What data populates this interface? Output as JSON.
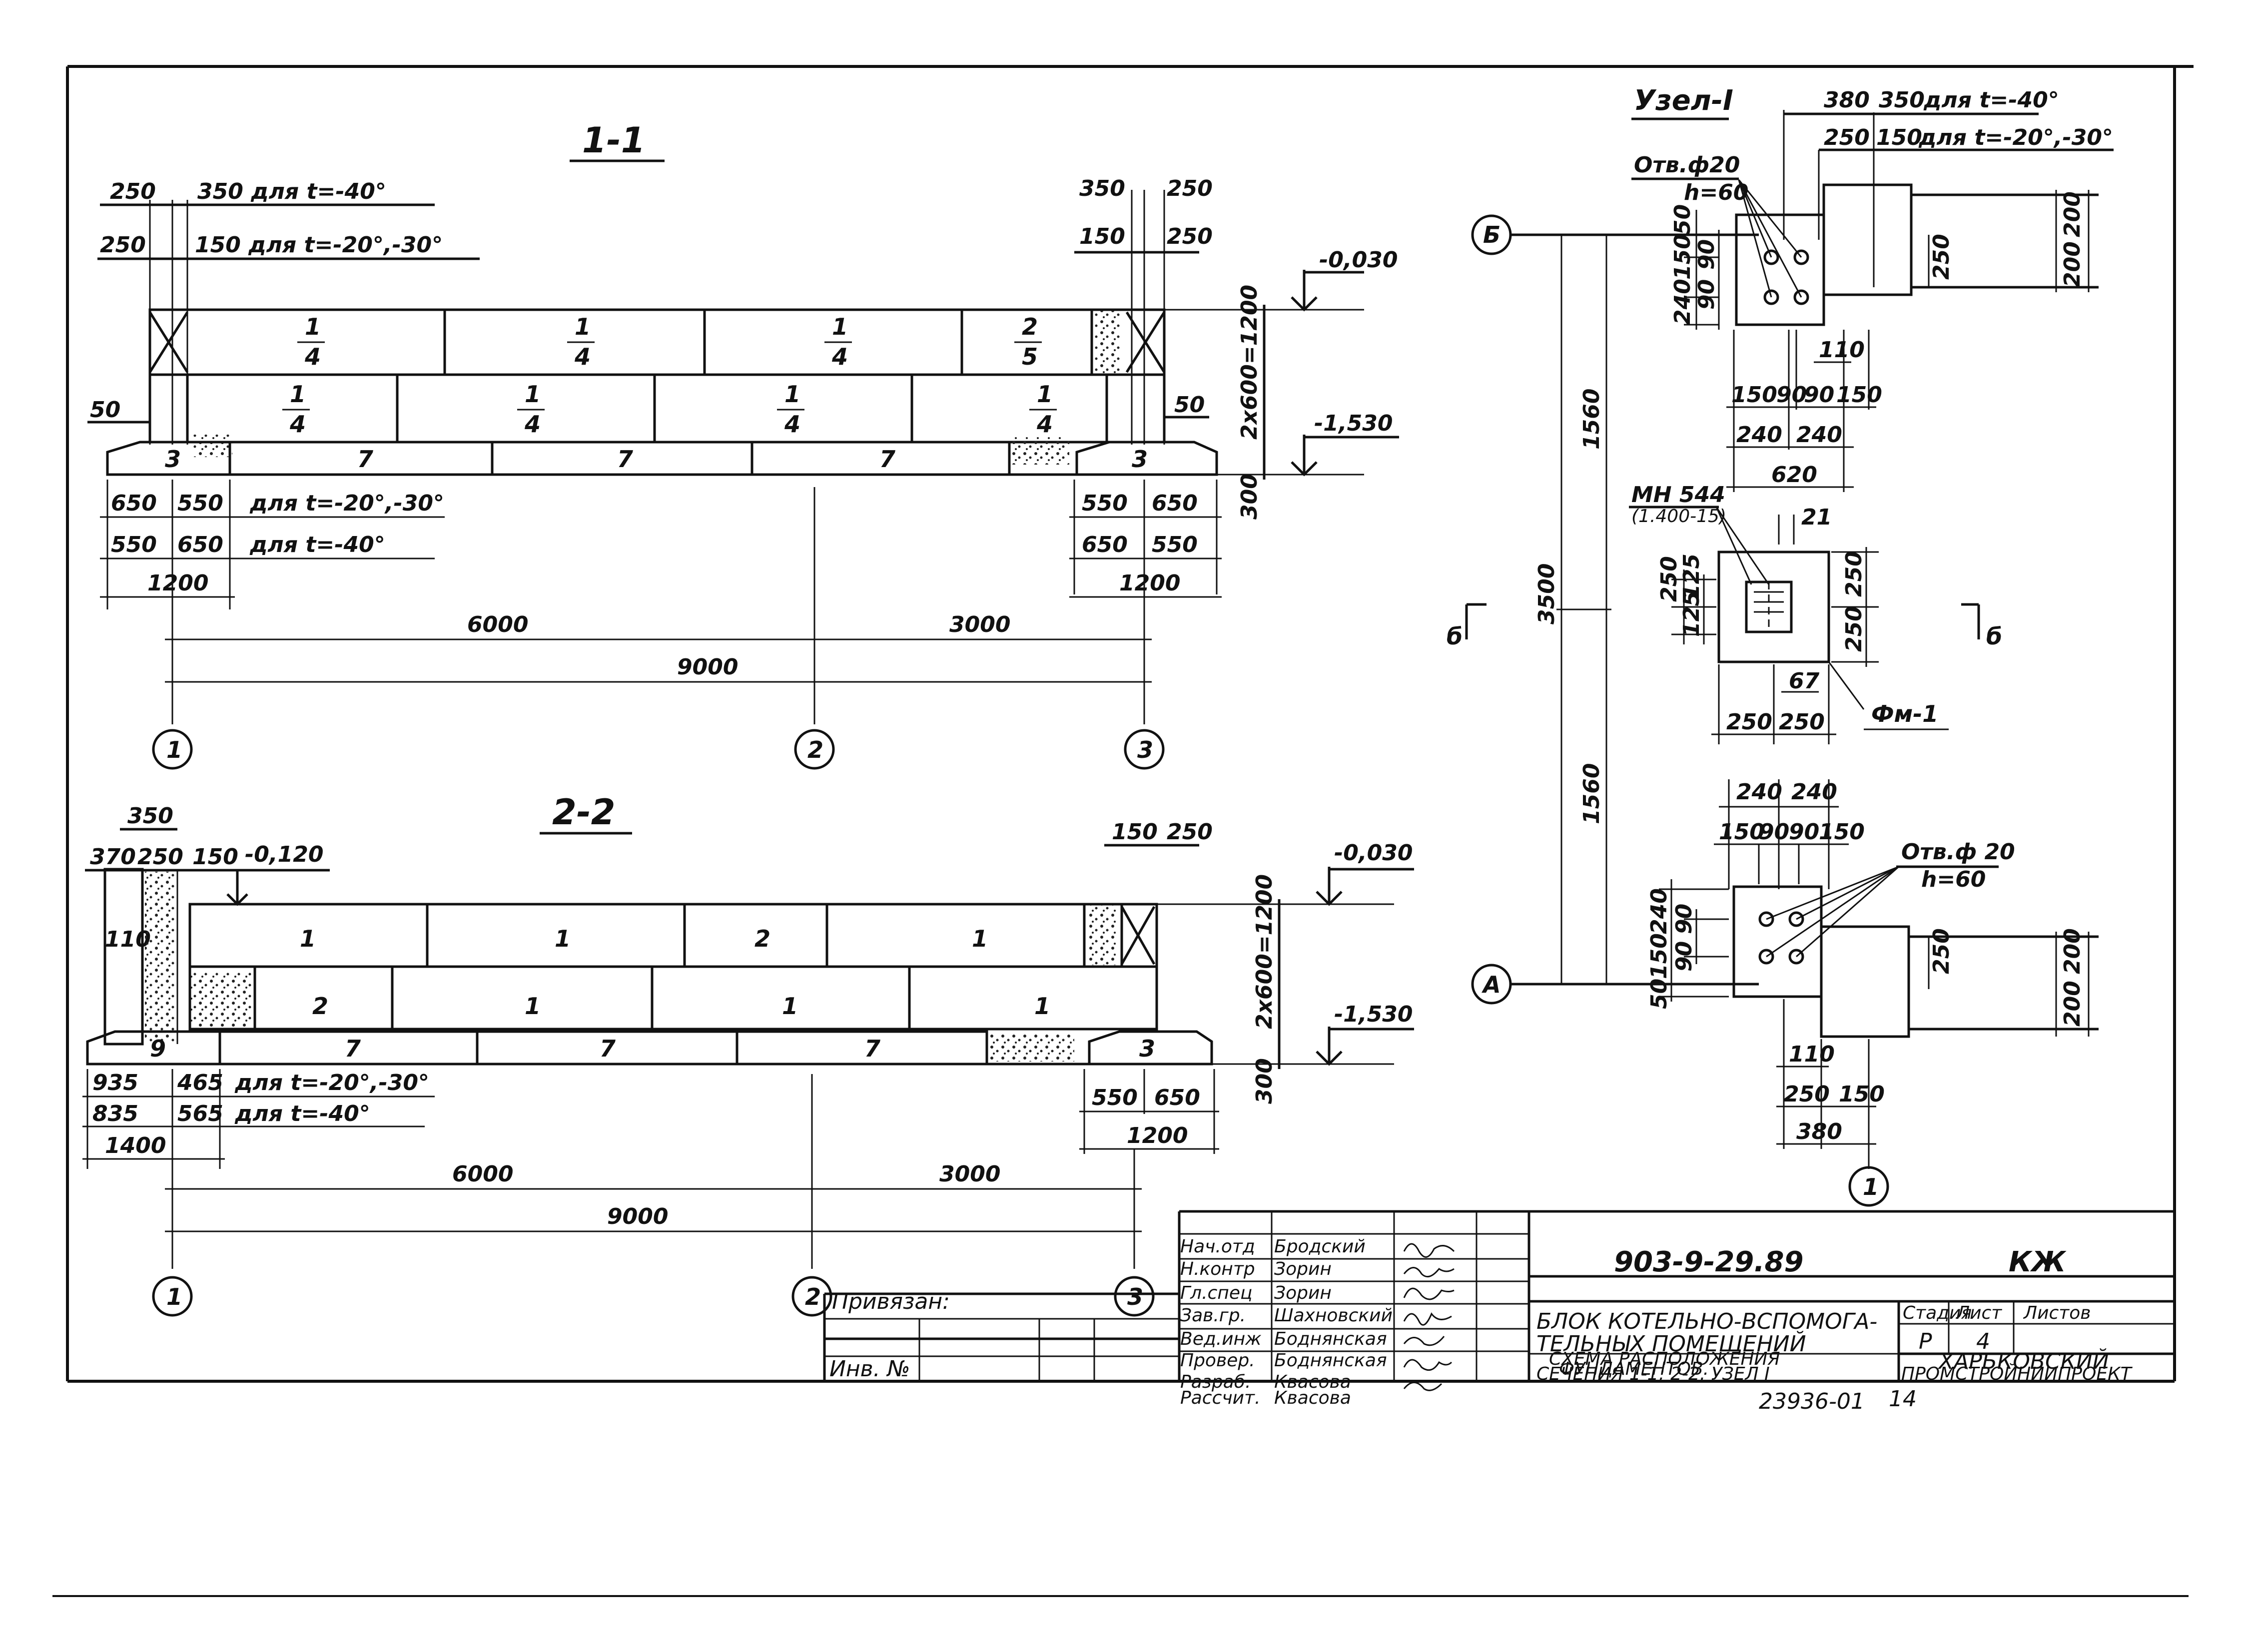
{
  "section_1_1": {
    "title": "1-1",
    "note_top_1_a": "250",
    "note_top_1_b": "350 для t=-40°",
    "note_top_2_a": "250",
    "note_top_2_b": "150 для t=-20°,-30°",
    "top_right_a": "350",
    "top_right_b": "250",
    "top_right_c": "150",
    "top_right_d": "250",
    "side_left": "50",
    "side_right": "50",
    "blocks_top": [
      {
        "num": "1",
        "den": "4"
      },
      {
        "num": "1",
        "den": "4"
      },
      {
        "num": "1",
        "den": "4"
      },
      {
        "num": "2",
        "den": "5"
      }
    ],
    "blocks_bottom": [
      {
        "num": "1",
        "den": "4"
      },
      {
        "num": "1",
        "den": "4"
      },
      {
        "num": "1",
        "den": "4"
      },
      {
        "num": "1",
        "den": "4"
      }
    ],
    "footing": [
      "3",
      "7",
      "7",
      "7",
      "3"
    ],
    "level_top": "-0,030",
    "level_bottom": "-1,530",
    "height_blocks": "2x600=1200",
    "height_footing": "300",
    "left_row1_a": "650",
    "left_row1_b": "550",
    "left_row1_note": "для t=-20°,-30°",
    "left_row2_a": "550",
    "left_row2_b": "650",
    "left_row2_note": "для t=-40°",
    "left_total": "1200",
    "right_row1_a": "550",
    "right_row1_b": "650",
    "right_row2_a": "650",
    "right_row2_b": "550",
    "right_total": "1200",
    "span_a": "6000",
    "span_b": "3000",
    "span_total": "9000",
    "axes": [
      "1",
      "2",
      "3"
    ]
  },
  "section_2_2": {
    "title": "2-2",
    "top_a": "350",
    "top_b": "370",
    "top_c": "250",
    "top_d": "150",
    "level_left": "-0,120",
    "top_right_a": "150",
    "top_right_b": "250",
    "side_left": "110",
    "blocks_top": [
      "1",
      "1",
      "2",
      "1"
    ],
    "blocks_bottom": [
      "2",
      "1",
      "1",
      "1"
    ],
    "footing": [
      "9",
      "7",
      "7",
      "7",
      "3"
    ],
    "level_top": "-0,030",
    "level_bottom": "-1,530",
    "height_blocks": "2x600=1200",
    "height_footing": "300",
    "left_row1_a": "935",
    "left_row1_b": "465",
    "left_row1_note": "для t=-20°,-30°",
    "left_row2_a": "835",
    "left_row2_b": "565",
    "left_row2_note": "для t=-40°",
    "left_total": "1400",
    "right_a": "550",
    "right_b": "650",
    "right_total": "1200",
    "span_a": "6000",
    "span_b": "3000",
    "span_total": "9000",
    "axes": [
      "1",
      "2",
      "3"
    ]
  },
  "node_1": {
    "title": "Узел-I",
    "top_a": "380",
    "top_b": "350",
    "top_note_1": "для t=-40°",
    "top_c": "250",
    "top_d": "150",
    "top_note_2": "для t=-20°,-30°",
    "hole_1": "Отв.ф20",
    "hole_1_h": "h=60",
    "axis_b": "Б",
    "axis_a": "А",
    "axis_1": "1",
    "upper_dims": [
      "50",
      "150",
      "90",
      "90",
      "240",
      "250",
      "200",
      "200",
      "110"
    ],
    "upper_bottom_row": [
      "150",
      "90",
      "90",
      "150"
    ],
    "upper_bottom_row2": [
      "240",
      "240"
    ],
    "upper_total": "620",
    "height_1": "1560",
    "height_2": "3500",
    "height_3": "1560",
    "embed_label": "МН 544",
    "embed_sub": "(1.400-15)",
    "embed_dim": "21",
    "mid_dims_left": [
      "250",
      "125",
      "125"
    ],
    "mid_dims_right": [
      "250",
      "250"
    ],
    "mid_dim_67": "67",
    "mid_bottom": [
      "250",
      "250"
    ],
    "mid_label": "Фм-1",
    "cut_label": "б",
    "lower_top_row": [
      "240",
      "240"
    ],
    "lower_top_row2": [
      "150",
      "90",
      "90",
      "150"
    ],
    "hole_2": "Отв.ф 20",
    "hole_2_h": "h=60",
    "lower_dims": [
      "240",
      "90",
      "90",
      "150",
      "50",
      "250",
      "200",
      "200"
    ],
    "lower_bottom": [
      "110",
      "250",
      "150",
      "380"
    ]
  },
  "title_block": {
    "doc_code": "903-9-29.89",
    "mark": "КЖ",
    "roles": [
      "Нач.отд",
      "Н.контр",
      "Гл.спец",
      "Зав.гр.",
      "Вед.инж",
      "Провер.",
      "Разраб.",
      "Рассчит."
    ],
    "names": [
      "Бродский",
      "Зорин",
      "Зорин",
      "Шахновский",
      "Боднянская",
      "Боднянская",
      "Квасова",
      "Квасова"
    ],
    "bound_label": "Привязан:",
    "inv_label": "Инв. №",
    "object_name_1": "БЛОК КОТЕЛЬНО-ВСПОМОГА-",
    "object_name_2": "ТЕЛЬНЫХ ПОМЕЩЕНИЙ",
    "sheet_name_1": "СХЕМА РАСПОЛОЖЕНИЯ",
    "sheet_name_2": "ФУНДАМЕНТОВ.",
    "sheet_name_3": "СЕЧЕНИЯ 1-1; 2-2. УЗЕЛ I",
    "stage_label": "Стадия",
    "sheet_label": "Лист",
    "sheets_label": "Листов",
    "stage": "Р",
    "sheet": "4",
    "org_1": "ХАРЬКОВСКИЙ",
    "org_2": "ПРОМСТРОЙНИИПРОЕКТ",
    "archive": "23936-01",
    "page": "14"
  }
}
